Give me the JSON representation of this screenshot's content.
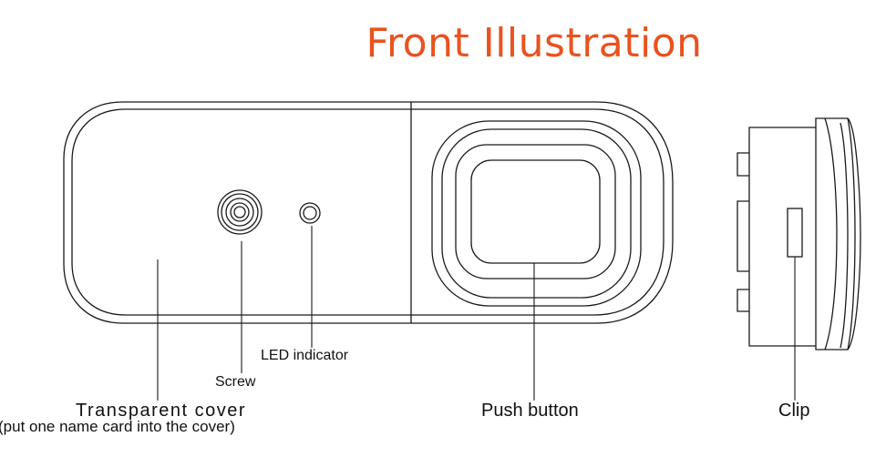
{
  "title": {
    "text": "Front Illustration",
    "color": "#e8531f"
  },
  "labels": {
    "transparent_cover": "Transparent  cover",
    "transparent_cover_note": "(put one name card into the cover)",
    "screw": "Screw",
    "led_indicator": "LED indicator",
    "push_button": "Push button",
    "clip": "Clip"
  },
  "colors": {
    "line": "#1a1a1a",
    "label": "#111111"
  }
}
